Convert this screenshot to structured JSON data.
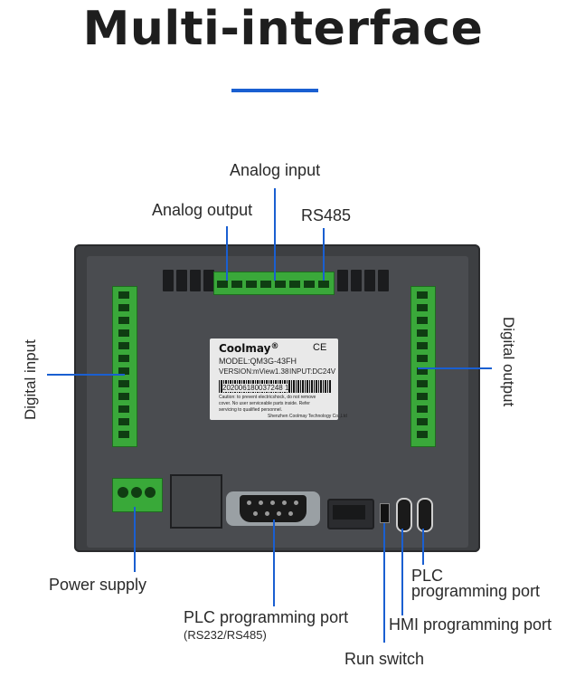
{
  "title": "Multi-interface",
  "labels": {
    "analog_input": "Analog input",
    "analog_output": "Analog output",
    "rs485": "RS485",
    "digital_input": "Digital input",
    "digital_output": "Digital output",
    "power_supply": "Power supply",
    "plc_port_main": "PLC programming port",
    "plc_port_sub": "(RS232/RS485)",
    "run_switch": "Run switch",
    "hmi_port": "HMI programming port",
    "plc_port_right_line1": "PLC",
    "plc_port_right_line2": "programming port"
  },
  "device_label": {
    "brand": "Coolmay",
    "brand_mark": "®",
    "ce": "CE",
    "model": "MODEL:QM3G-43FH",
    "version_prefix": "VERSION:",
    "version_value": "mView1.38",
    "input": "INPUT:DC24V",
    "serial": "202006180037248 1",
    "caution_1": "Caution: to prevent electricshock, do not remove",
    "caution_2": "cover. No user serviceable parts inside. Refer",
    "caution_3": "servicing to qualified personnel.",
    "manufacturer": "Shenzhen Coolmay Technology Co.,Ltd"
  },
  "colors": {
    "accent": "#1a5fd1",
    "terminal_green": "#3aa83a",
    "device_body": "#3d3f42"
  }
}
